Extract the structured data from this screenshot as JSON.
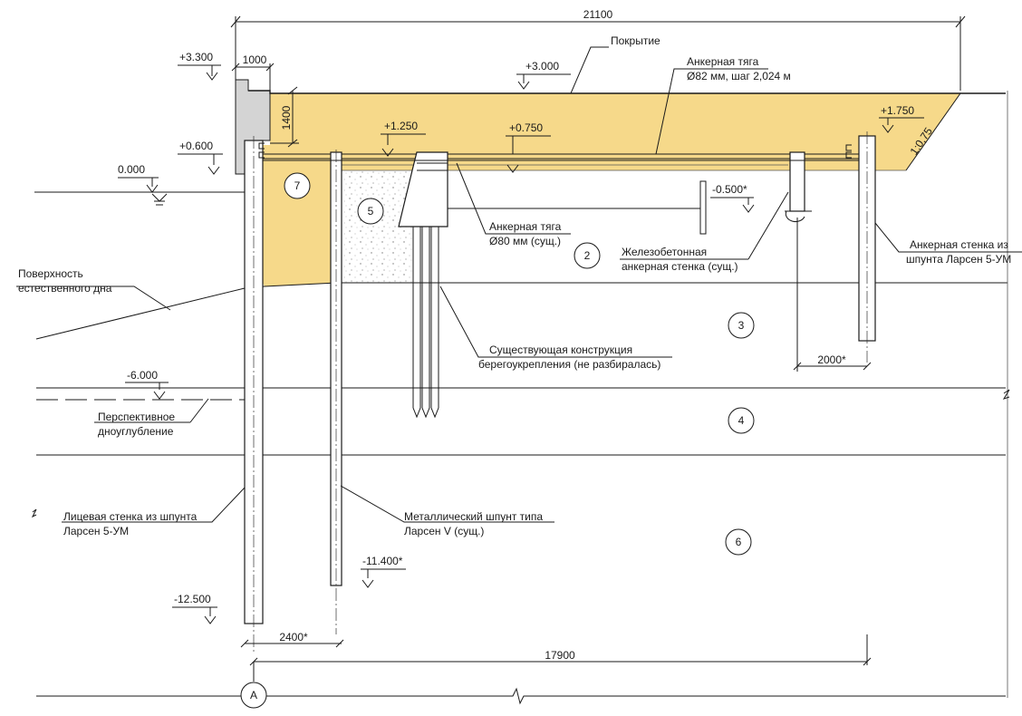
{
  "colors": {
    "fill_soil": "#f6d98a",
    "fill_concrete": "#d4d4d4",
    "fill_sand": "#ffffff",
    "line": "#1a1a1a"
  },
  "dims": {
    "overall": "21100",
    "cap_width": "1000",
    "cap_height": "1400",
    "pile_spacing": "2400*",
    "wall_to_anchor": "17900",
    "anchor_offset": "2000*"
  },
  "elevations": {
    "top_cap": "+3.300",
    "surface": "+3.000",
    "cap_bottom": "+0.600",
    "water": "0.000",
    "existing_top": "+1.250",
    "tie_level": "+0.750",
    "anchor_wall_top": "+1.750",
    "existing_tie": "-0.500*",
    "dredge": "-6.000",
    "pile_toe": "-12.500",
    "old_pile_toe": "-11.400*"
  },
  "slope": "1:0,75",
  "labels": {
    "pavement": "Покрытие",
    "tie_new_1": "Анкерная тяга",
    "tie_new_2": "Ø82 мм, шаг 2,024 м",
    "tie_old_1": "Анкерная тяга",
    "tie_old_2": "Ø80 мм (сущ.)",
    "rc_wall_1": "Железобетонная",
    "rc_wall_2": "анкерная стенка (сущ.)",
    "anchor_wall_1": "Анкерная стенка из",
    "anchor_wall_2": "шпунта Ларсен 5-УМ",
    "seabed_1": "Поверхность",
    "seabed_2": "естественного дна",
    "existing_1": "Существующая конструкция",
    "existing_2": "берегоукрепления (не разбиралась)",
    "dredging_1": "Перспективное",
    "dredging_2": "дноуглубление",
    "face_wall_1": "Лицевая стенка из шпунта",
    "face_wall_2": "Ларсен 5-УМ",
    "sheet_1": "Металлический шпунт  типа",
    "sheet_2": "Ларсен V (сущ.)"
  },
  "layers": [
    "7",
    "5",
    "2",
    "3",
    "4",
    "6"
  ],
  "axis": "А"
}
